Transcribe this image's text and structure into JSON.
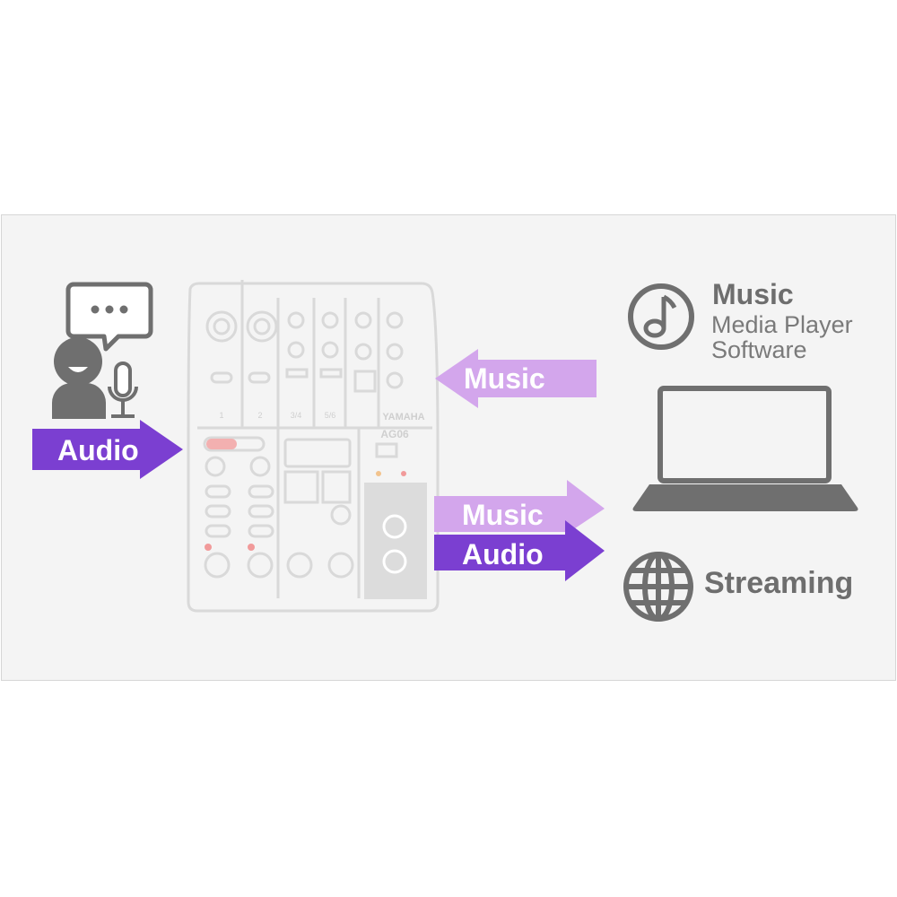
{
  "left": {
    "audio_label": "Audio"
  },
  "center": {
    "mixer": {
      "brand": "YAMAHA",
      "model": "AG06",
      "channel_labels": [
        "1",
        "2",
        "3/4",
        "5/6"
      ]
    },
    "arrow_in_label": "Music",
    "arrow_out_music_label": "Music",
    "arrow_out_audio_label": "Audio"
  },
  "right": {
    "music_title": "Music",
    "music_line1": "Media Player",
    "music_line2": "Software",
    "streaming_label": "Streaming"
  },
  "colors": {
    "purple_dark": "#7b3fd1",
    "purple_light": "#d3a6ec",
    "icon_gray": "#6f6f6f",
    "mixer_line": "#d9d9d9"
  },
  "icons": {
    "person": "person-speaking-icon",
    "speech": "speech-bubble-icon",
    "mic": "microphone-icon",
    "music": "music-note-icon",
    "laptop": "laptop-icon",
    "globe": "globe-icon"
  }
}
